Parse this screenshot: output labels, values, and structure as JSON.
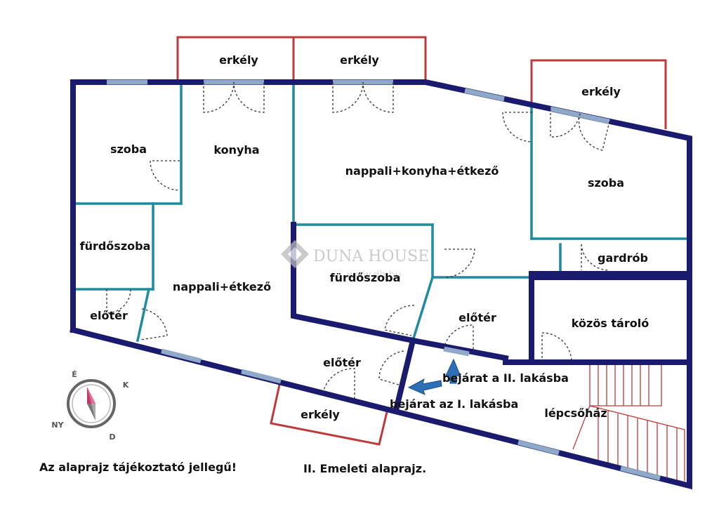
{
  "colors": {
    "outer_wall": "#1a1a6e",
    "inner_wall": "#1e8ba0",
    "balcony": "#c0393b",
    "window": "#8fa9c8",
    "arrow": "#2c6fb7",
    "compass_needle": "#c0396b",
    "watermark": "#b9b9b9"
  },
  "rooms": {
    "erkely_1": "erkély",
    "erkely_2": "erkély",
    "erkely_3": "erkély",
    "erkely_4": "erkély",
    "szoba_1": "szoba",
    "konyha": "konyha",
    "furdoszoba_1": "fürdőszoba",
    "eloter_1": "előtér",
    "nappali_etkezo": "nappali+étkező",
    "nappali_konyha_etkezo": "nappali+konyha+étkező",
    "szoba_2": "szoba",
    "gardrob": "gardrób",
    "furdoszoba_2": "fürdőszoba",
    "eloter_2": "előtér",
    "eloter_3": "előtér",
    "kozos_tarolo": "közös tároló",
    "lepcsohaz": "lépcsőház"
  },
  "entrances": {
    "apartment_2": "bejárat a II. lakásba",
    "apartment_1": "bejárat az I. lakásba"
  },
  "watermark": {
    "brand": "DUNA HOUSE",
    "url": "www.dh.hu"
  },
  "compass": {
    "north": "É",
    "east": "K",
    "south": "D",
    "west": "NY"
  },
  "notes": {
    "disclaimer": "Az alaprajz tájékoztató jellegű!",
    "floor": "II. Emeleti alaprajz."
  }
}
